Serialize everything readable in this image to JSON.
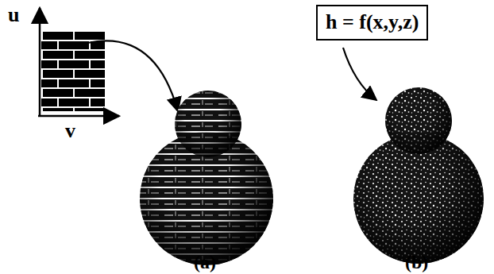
{
  "diagram": {
    "nodes": [
      {
        "text": [
          "h = f(x,y,z)"
        ]
      }
    ],
    "labels": [
      "u",
      "v",
      "(a)",
      "(b)"
    ]
  }
}
